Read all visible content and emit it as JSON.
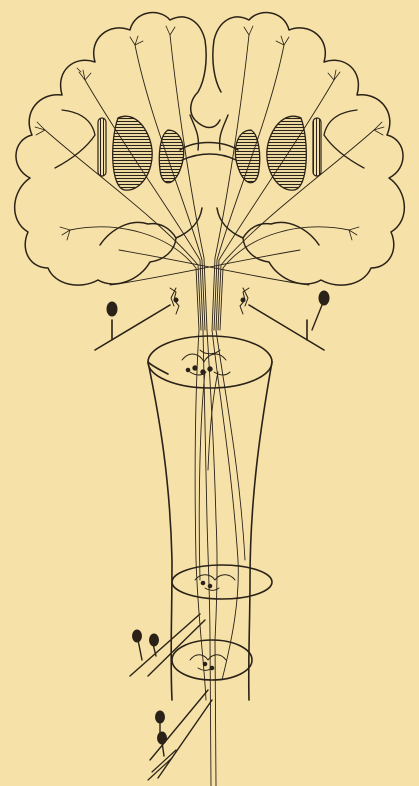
{
  "figure": {
    "background_color": "#f6e2a8",
    "ink_color": "#2a2218",
    "structures": [
      "brain-hemispheres",
      "corpus-striatum-left",
      "corpus-striatum-right",
      "internal-capsule-fibres",
      "decussating-fibres",
      "medulla-section",
      "spinal-cord-column",
      "spinal-cord-section-middle",
      "spinal-cord-section-lower",
      "nerve-root-ganglia"
    ]
  }
}
